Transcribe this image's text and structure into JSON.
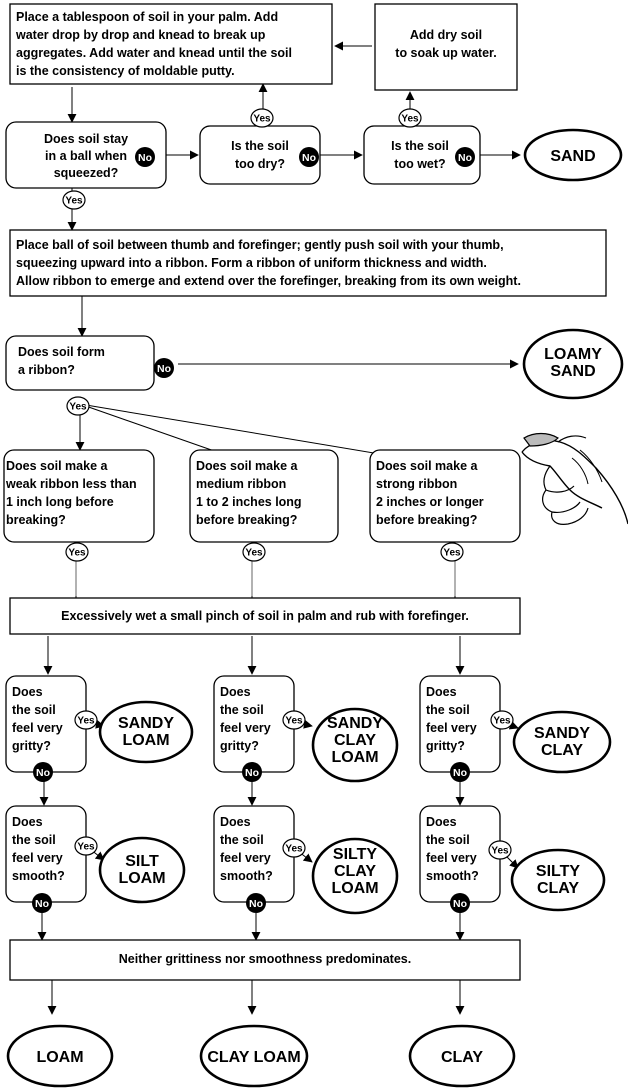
{
  "boxes": {
    "start": [
      "Place a tablespoon of soil in your palm. Add",
      "water drop by drop and knead to break up",
      "aggregates. Add water and knead until the soil",
      "is the consistency of moldable putty."
    ],
    "add_dry": [
      "Add dry soil",
      "to soak up water."
    ],
    "q_ball": [
      "Does soil stay",
      "in a ball when",
      "squeezed?"
    ],
    "q_dry": [
      "Is the soil",
      "too dry?"
    ],
    "q_wet": [
      "Is the soil",
      "too wet?"
    ],
    "ribbon_step": [
      "Place ball of soil between thumb and forefinger; gently push soil with your thumb,",
      "squeezing upward into a ribbon. Form a ribbon of uniform thickness and width.",
      "Allow ribbon to emerge and extend over the forefinger, breaking from its own weight."
    ],
    "q_ribbon": [
      "Does soil form",
      "a ribbon?"
    ],
    "q_weak": [
      "Does soil make a",
      "weak ribbon less than",
      "1 inch long before",
      "breaking?"
    ],
    "q_medium": [
      "Does soil make a",
      "medium ribbon",
      "1 to 2 inches long",
      "before breaking?"
    ],
    "q_strong": [
      "Does soil make a",
      "strong ribbon",
      "2 inches or longer",
      "before breaking?"
    ],
    "wet_step": "Excessively wet a small pinch of soil in palm and rub with forefinger.",
    "q_gritty": [
      "Does",
      "the soil",
      "feel very",
      "gritty?"
    ],
    "q_smooth": [
      "Does",
      "the soil",
      "feel very",
      "smooth?"
    ],
    "neither": "Neither grittiness nor smoothness predominates."
  },
  "results": {
    "sand": [
      "SAND"
    ],
    "loamy_sand": [
      "LOAMY",
      "SAND"
    ],
    "sandy_loam": [
      "SANDY",
      "LOAM"
    ],
    "sandy_clay_loam": [
      "SANDY",
      "CLAY",
      "LOAM"
    ],
    "sandy_clay": [
      "SANDY",
      "CLAY"
    ],
    "silt_loam": [
      "SILT",
      "LOAM"
    ],
    "silty_clay_loam": [
      "SILTY",
      "CLAY",
      "LOAM"
    ],
    "silty_clay": [
      "SILTY",
      "CLAY"
    ],
    "loam": [
      "LOAM"
    ],
    "clay_loam": [
      "CLAY LOAM"
    ],
    "clay": [
      "CLAY"
    ]
  },
  "labels": {
    "yes": "Yes",
    "no": "No"
  },
  "icons": {
    "hand": "hand-ribbon-icon"
  },
  "colors": {
    "line": "#000000",
    "wet_connector": "#aaaaaa"
  }
}
